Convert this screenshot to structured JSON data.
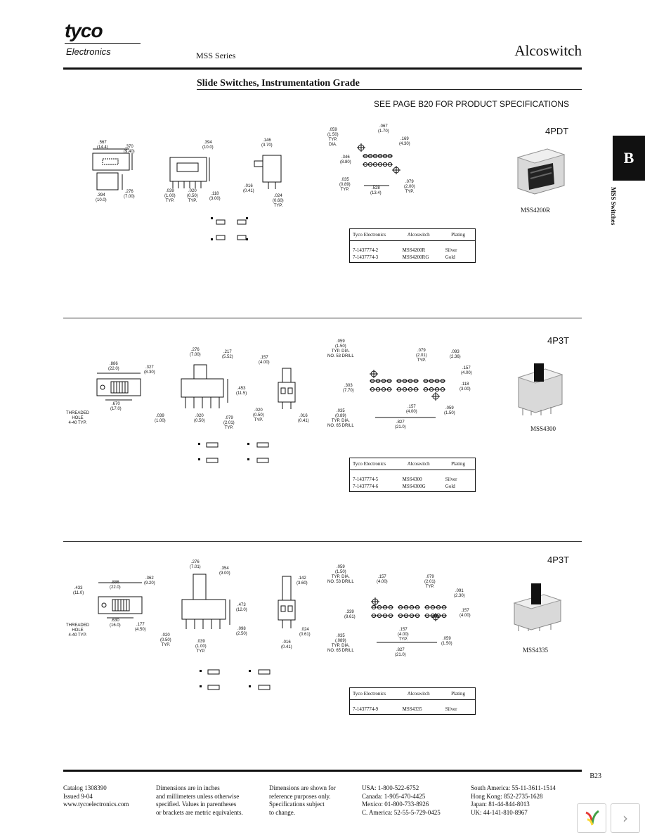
{
  "header": {
    "logo_company": "tyco",
    "logo_division": "Electronics",
    "series": "MSS Series",
    "brand": "Alcoswitch",
    "section_title": "Slide Switches, Instrumentation Grade",
    "specs_note": "SEE PAGE B20 FOR PRODUCT SPECIFICATIONS"
  },
  "side_tab": {
    "letter": "B",
    "vertical_label": "MSS Switches"
  },
  "sections": [
    {
      "type_label": "4PDT",
      "photo_label": "MSS4200R",
      "table": {
        "headers": [
          "Tyco Electronics",
          "Alcoswitch",
          "Plating"
        ],
        "rows": [
          [
            "7-1437774-2",
            "MSS4200R",
            "Silver"
          ],
          [
            "7-1437774-3",
            "MSS4200RG",
            "Gold"
          ]
        ]
      },
      "dims": {
        "front_w": ".567",
        "front_w_mm": "(14.4)",
        "front_h": ".370",
        "front_h_mm": "(9.40)",
        "front_b": ".394",
        "front_b_mm": "(10.0)",
        "front_c": ".276",
        "front_c_mm": "(7.00)",
        "side_h": ".394",
        "side_h_mm": "(10.0)",
        "side_a": ".039",
        "side_a_mm": "(1.00)",
        "side_a_t": "TYP.",
        "side_b": ".020",
        "side_b_mm": "(0.50)",
        "side_b_t": "TYP.",
        "side_c": ".118",
        "side_c_mm": "(3.00)",
        "end_a": ".146",
        "end_a_mm": "(3.70)",
        "end_b": ".016",
        "end_b_mm": "(0.41)",
        "end_c": ".024",
        "end_c_mm": "(0.60)",
        "end_c_t": "TYP.",
        "pcb_a": ".059",
        "pcb_a_mm": "(1.50)",
        "pcb_a_t": "TYP.",
        "pcb_a_t2": "DIA.",
        "pcb_b": ".067",
        "pcb_b_mm": "(1.70)",
        "pcb_c": ".169",
        "pcb_c_mm": "(4.30)",
        "pcb_d": ".346",
        "pcb_d_mm": "(8.80)",
        "pcb_e": ".035",
        "pcb_e_mm": "(0.89)",
        "pcb_e_t": "TYP.",
        "pcb_f": ".528",
        "pcb_f_mm": "(13.4)",
        "pcb_g": ".079",
        "pcb_g_mm": "(2.00)",
        "pcb_g_t": "TYP."
      }
    },
    {
      "type_label": "4P3T",
      "photo_label": "MSS4300",
      "table": {
        "headers": [
          "Tyco Electronics",
          "Alcoswitch",
          "Plating"
        ],
        "rows": [
          [
            "7-1437774-5",
            "MSS4300",
            "Silver"
          ],
          [
            "7-1437774-6",
            "MSS4300G",
            "Gold"
          ]
        ]
      },
      "dims": {
        "front_w": ".886",
        "front_w_mm": "(22.0)",
        "front_h": ".327",
        "front_h_mm": "(8.30)",
        "front_b": ".670",
        "front_b_mm": "(17.0)",
        "thread1": "THREADED",
        "thread2": "HOLE",
        "thread3": "4-40 TYP.",
        "side_t": ".276",
        "side_t_mm": "(7.00)",
        "side_u": ".217",
        "side_u_mm": "(5.52)",
        "side_h": ".453",
        "side_h_mm": "(11.5)",
        "side_a": ".039",
        "side_a_mm": "(1.00)",
        "side_b": ".020",
        "side_b_mm": "(0.50)",
        "side_c": ".079",
        "side_c_mm": "(2.01)",
        "side_c_t": "TYP.",
        "end_a": ".157",
        "end_a_mm": "(4.00)",
        "end_b": ".020",
        "end_b_mm": "(0.50)",
        "end_b_t": "TYP.",
        "end_c": ".016",
        "end_c_mm": "(0.41)",
        "pcb_a": ".059",
        "pcb_a_mm": "(1.50)",
        "pcb_a_t": "TYP. DIA.",
        "pcb_a_t2": "NO. 53 DRILL",
        "pcb_b": ".079",
        "pcb_b_mm": "(2.01)",
        "pcb_b_t": "TYP.",
        "pcb_c": ".093",
        "pcb_c_mm": "(2.36)",
        "pcb_d": ".157",
        "pcb_d_mm": "(4.00)",
        "pcb_e": ".303",
        "pcb_e_mm": "(7.70)",
        "pcb_f": ".118",
        "pcb_f_mm": "(3.00)",
        "pcb_g": ".035",
        "pcb_g_mm": "(0.89)",
        "pcb_g_t": "TYP. DIA.",
        "pcb_g_t2": "NO. 65 DRILL",
        "pcb_h": ".157",
        "pcb_h_mm": "(4.00)",
        "pcb_i": ".059",
        "pcb_i_mm": "(1.50)",
        "pcb_j": ".827",
        "pcb_j_mm": "(21.0)"
      }
    },
    {
      "type_label": "4P3T",
      "photo_label": "MSS4335",
      "table": {
        "headers": [
          "Tyco Electronics",
          "Alcoswitch",
          "Plating"
        ],
        "rows": [
          [
            "7-1437774-9",
            "MSS4335",
            "Silver"
          ]
        ]
      },
      "dims": {
        "front_l": ".433",
        "front_l_mm": "(11.0)",
        "front_w": ".886",
        "front_w_mm": "(22.0)",
        "front_h": ".362",
        "front_h_mm": "(9.20)",
        "front_b": ".630",
        "front_b_mm": "(16.0)",
        "front_c": ".177",
        "front_c_mm": "(4.50)",
        "thread1": "THREADED",
        "thread2": "HOLE",
        "thread3": "4-40 TYP.",
        "side_t": ".276",
        "side_t_mm": "(7.01)",
        "side_u": ".354",
        "side_u_mm": "(9.00)",
        "side_h": ".473",
        "side_h_mm": "(12.0)",
        "side_d": ".098",
        "side_d_mm": "(2.50)",
        "side_b": ".020",
        "side_b_mm": "(0.50)",
        "side_b_t": "TYP.",
        "side_a": ".039",
        "side_a_mm": "(1.00)",
        "side_a_t": "TYP.",
        "end_a": ".142",
        "end_a_mm": "(3.60)",
        "end_b": ".024",
        "end_b_mm": "(0.61)",
        "end_c": ".016",
        "end_c_mm": "(0.41)",
        "pcb_a": ".059",
        "pcb_a_mm": "(1.50)",
        "pcb_a_t": "TYP. DIA.",
        "pcb_a_t2": "NO. 53 DRILL",
        "pcb_b": ".157",
        "pcb_b_mm": "(4.00)",
        "pcb_c": ".079",
        "pcb_c_mm": "(2.01)",
        "pcb_c_t": "TYP.",
        "pcb_d": ".091",
        "pcb_d_mm": "(2.30)",
        "pcb_e": ".339",
        "pcb_e_mm": "(8.61)",
        "pcb_f": ".157",
        "pcb_f_mm": "(4.00)",
        "pcb_g": ".035",
        "pcb_g_mm": "(.089)",
        "pcb_g_t": "TYP. DIA.",
        "pcb_g_t2": "NO. 65 DRILL",
        "pcb_h": ".157",
        "pcb_h_mm": "(4.00)",
        "pcb_h_t": "TYP.",
        "pcb_i": ".059",
        "pcb_i_mm": "(1.50)",
        "pcb_j": ".827",
        "pcb_j_mm": "(21.0)"
      }
    }
  ],
  "footer": {
    "page": "B23",
    "col1": [
      "Catalog 1308390",
      "Issued 9-04",
      "www.tycoelectronics.com"
    ],
    "col2": [
      "Dimensions are in inches",
      "and millimeters unless otherwise",
      "specified. Values in parentheses",
      "or brackets are metric equivalents."
    ],
    "col3": [
      "Dimensions are shown for",
      "reference purposes only.",
      "Specifications subject",
      "to change."
    ],
    "col4": [
      "USA: 1-800-522-6752",
      "Canada: 1-905-470-4425",
      "Mexico: 01-800-733-8926",
      "C. America: 52-55-5-729-0425"
    ],
    "col5": [
      "South America: 55-11-3611-1514",
      "Hong Kong: 852-2735-1628",
      "Japan: 81-44-844-8013",
      "UK: 44-141-810-8967"
    ]
  }
}
